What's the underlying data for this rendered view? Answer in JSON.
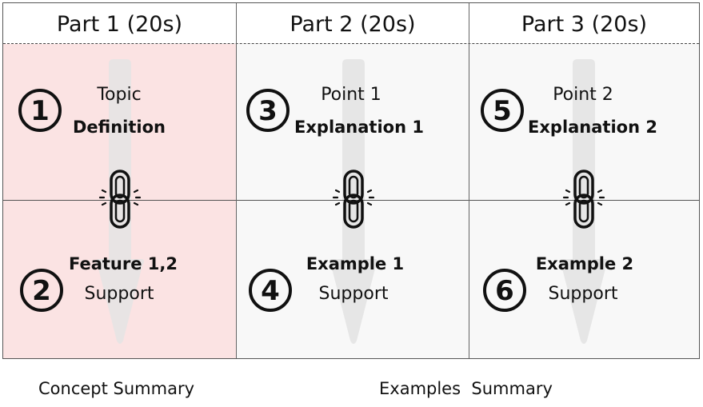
{
  "columns": [
    {
      "header": "Part 1 (20s)",
      "top_number": "1",
      "top_line1": "Topic",
      "top_line2": "Definition",
      "bottom_number": "2",
      "bottom_line1": "Feature 1,2",
      "bottom_line2": "Support"
    },
    {
      "header": "Part 2 (20s)",
      "top_number": "3",
      "top_line1": "Point 1",
      "top_line2": "Explanation 1",
      "bottom_number": "4",
      "bottom_line1": "Example 1",
      "bottom_line2": "Support"
    },
    {
      "header": "Part 3 (20s)",
      "top_number": "5",
      "top_line1": "Point 2",
      "top_line2": "Explanation 2",
      "bottom_number": "6",
      "bottom_line1": "Example 2",
      "bottom_line2": "Support"
    }
  ],
  "footer": {
    "left": "Concept Summary",
    "right": "Examples  Summary"
  },
  "icons": [
    "numbered-circle-icon",
    "chain-link-icon",
    "down-arrow-icon"
  ],
  "colors": {
    "highlight": "#fbe3e3",
    "arrow": "#e6e6e6",
    "ink": "#111111"
  }
}
